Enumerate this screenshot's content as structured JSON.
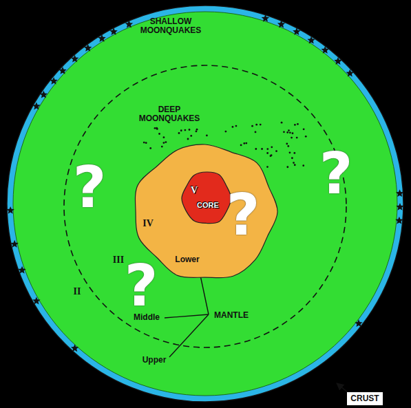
{
  "diagram": {
    "nodes": [
      {
        "text": [
          "IV"
        ]
      },
      {
        "text": [
          "V",
          "CORE"
        ],
        "in": 0
      }
    ],
    "labels": [
      "SHALLOW MOONQUAKES",
      "DEEP MOONQUAKES",
      "II",
      "III",
      "Lower",
      "Middle",
      "MANTLE",
      "Upper",
      "CRUST",
      "?",
      "?",
      "?",
      "?"
    ]
  }
}
